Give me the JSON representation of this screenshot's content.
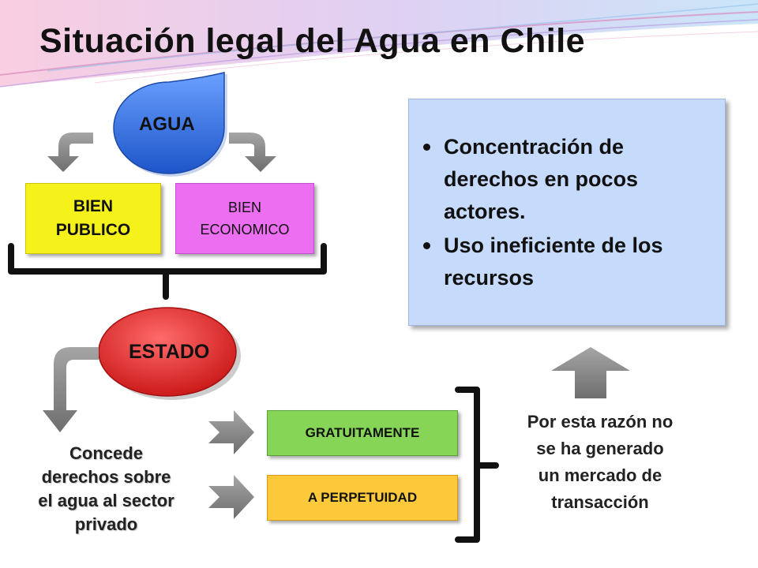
{
  "title": "Situación legal del Agua en Chile",
  "nodes": {
    "agua": "AGUA",
    "estado": "ESTADO"
  },
  "boxes": {
    "bien_publico": [
      "BIEN",
      "PUBLICO"
    ],
    "bien_economico": [
      "BIEN",
      "ECONOMICO"
    ],
    "gratuitamente": "GRATUITAMENTE",
    "perpetuidad": "A PERPETUIDAD"
  },
  "concede_text": [
    "Concede",
    "derechos sobre",
    "el agua al sector",
    "privado"
  ],
  "razon_text": [
    "Por esta razón no",
    "se ha generado",
    "un mercado de",
    "transacción"
  ],
  "info_box": {
    "bullets": [
      "Concentración de derechos en pocos actores.",
      "Uso ineficiente de los recursos"
    ]
  },
  "colors": {
    "agua_blue": "#2f6fe0",
    "estado_red": "#e12a2a",
    "bien_publico_yellow": "#f5f11a",
    "bien_economico_pink": "#ec6ef1",
    "gratuitamente_green": "#86d556",
    "perpetuidad_orange": "#fcc93a",
    "info_box_blue": "#c6dafb",
    "arrow_gray": "#8a8a8a"
  }
}
